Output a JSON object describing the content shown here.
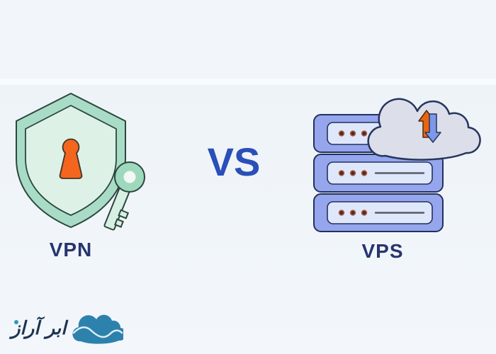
{
  "page": {
    "type": "comparison-illustration-banner",
    "background": "#f2f6fa"
  },
  "comparison": {
    "vs_label": "VS",
    "vs_color": "#2a4fb8",
    "label_color": "#27356f",
    "left": {
      "label": "VPN",
      "icon": "shield-with-keyhole-and-key",
      "colors": {
        "shield_outer": "#a9dcc6",
        "shield_inner": "#ddf1e7",
        "keyhole": "#f4651d",
        "key_head": "#9ed8bd",
        "key_shaft": "#d8efe3",
        "outline": "#2b473d"
      }
    },
    "right": {
      "label": "VPS",
      "icon": "server-stack-with-transfer-cloud",
      "server_rows": 3,
      "colors": {
        "server_body": "#95a6ed",
        "server_panel": "#dfe7fb",
        "server_dot": "#b5593c",
        "cloud": "#dcdfe9",
        "upload_arrow": "#e8650f",
        "download_arrow": "#7e97e8",
        "outline": "#22315e"
      }
    }
  },
  "branding": {
    "wordmark": "ابر آراز",
    "wordmark_color": "#1d3354",
    "cloud_color": "#2d81ad"
  }
}
